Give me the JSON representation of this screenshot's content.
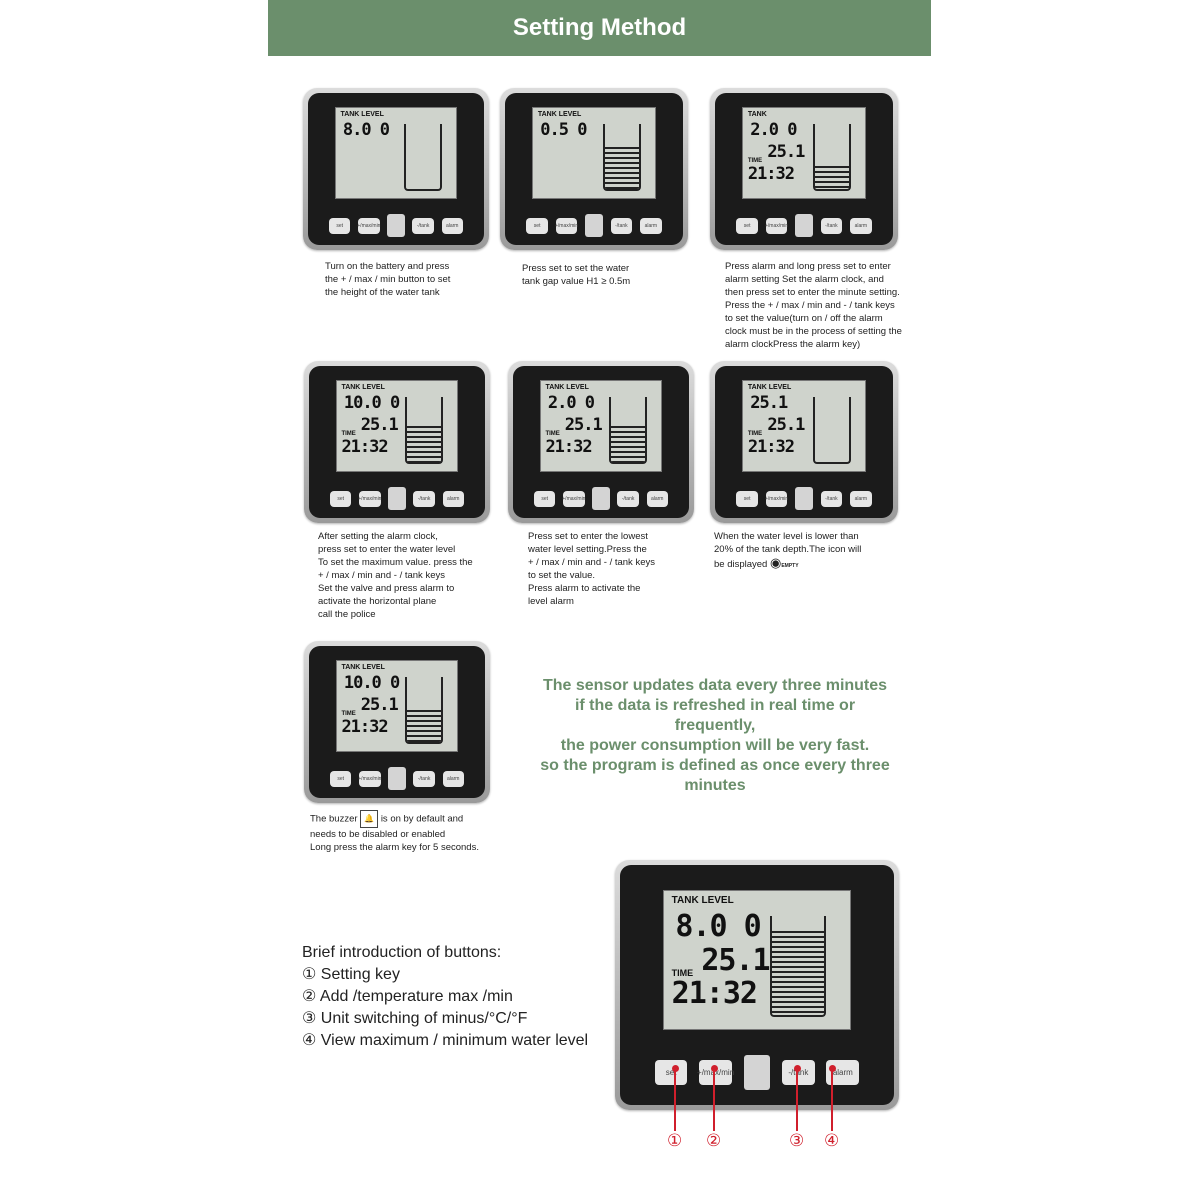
{
  "header": {
    "title": "Setting Method"
  },
  "buttons": {
    "set": "set",
    "maxmin": "+/max/min",
    "tank": "-/tank",
    "alarm": "alarm"
  },
  "devices": [
    {
      "label": "TANK LEVEL",
      "r1": "8.0 0",
      "r2": "",
      "time_label": "",
      "r3": "",
      "fill": 0
    },
    {
      "label": "TANK LEVEL",
      "r1": "0.5 0",
      "r2": "",
      "time_label": "",
      "r3": "",
      "fill": 0.65
    },
    {
      "label": "TANK",
      "r1": "2.0 0",
      "r2": "25.1",
      "time_label": "TIME",
      "r3": "21:32",
      "fill": 0.35
    },
    {
      "label": "TANK LEVEL",
      "r1": "10.0 0",
      "r2": "25.1",
      "time_label": "TIME",
      "r3": "21:32",
      "fill": 0.55
    },
    {
      "label": "TANK LEVEL",
      "r1": "2.0 0",
      "r2": "25.1",
      "time_label": "TIME",
      "r3": "21:32",
      "fill": 0.55
    },
    {
      "label": "TANK LEVEL",
      "r1": "25.1",
      "r2": "25.1",
      "time_label": "TIME",
      "r3": "21:32",
      "fill": 0
    },
    {
      "label": "TANK LEVEL",
      "r1": "10.0 0",
      "r2": "25.1",
      "time_label": "TIME",
      "r3": "21:32",
      "fill": 0.5
    },
    {
      "label": "TANK LEVEL",
      "r1": "8.0 0",
      "r2": "25.1",
      "time_label": "TIME",
      "r3": "21:32",
      "fill": 0.85
    }
  ],
  "captions": {
    "c1": [
      "Turn on the battery and press",
      "the + / max / min button to set",
      "the height of the water tank"
    ],
    "c2": [
      "Press set to set the water",
      "tank gap value H1 ≥ 0.5m"
    ],
    "c3": [
      "Press alarm and long press set to enter",
      "alarm setting Set the alarm clock, and",
      "then press set to enter the minute setting.",
      "Press the + / max / min and - / tank keys",
      "to set the value(turn on / off the alarm",
      "clock must be in the process of setting the",
      "alarm clockPress the alarm key)"
    ],
    "c4": [
      "After setting the alarm clock,",
      "press set to enter the water level",
      "To set the maximum value. press the",
      "+ / max / min and - / tank keys",
      "Set the valve and press alarm to",
      "activate the horizontal plane",
      "call the police"
    ],
    "c5": [
      "Press set to enter the lowest",
      "water level setting.Press the",
      "+ / max / min and - / tank keys",
      "to set the value.",
      "Press alarm to activate the",
      "level alarm"
    ],
    "c6": [
      "When the water level is lower than",
      "20% of the tank depth.The icon will",
      "be displayed"
    ],
    "c6_icon": "EMPTY",
    "c7_pre": "The buzzer",
    "c7_post": "is on by default and",
    "c7_rest": [
      "needs to be disabled or enabled",
      "Long press the alarm key for 5 seconds."
    ]
  },
  "notice": [
    "The sensor updates data every three minutes",
    "if the data is refreshed in real time or",
    "frequently,",
    "the power consumption will be very fast.",
    "so the program is defined as once every three",
    "minutes"
  ],
  "intro": {
    "title": "Brief introduction of buttons:",
    "items": [
      "① Setting key",
      "② Add /temperature max /min",
      "③ Unit switching of minus/°C/°F",
      "④ View maximum / minimum water level"
    ]
  },
  "markers": [
    "①",
    "②",
    "③",
    "④"
  ],
  "colors": {
    "header_bg": "#6b8f6c",
    "notice_text": "#6b8f6c",
    "marker": "#d01f2c"
  },
  "icons": {
    "buzzer": "bell-icon",
    "empty": "drop-icon"
  }
}
